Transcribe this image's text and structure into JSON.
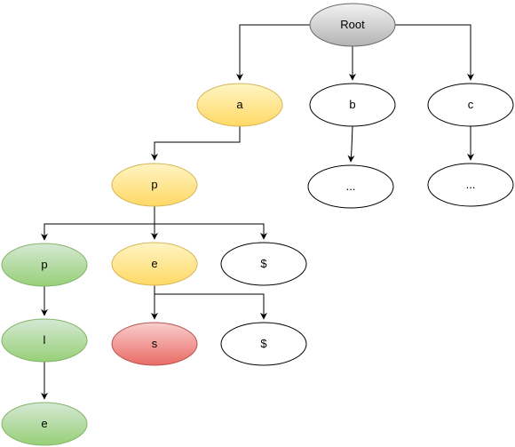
{
  "diagram": {
    "nodes": [
      {
        "id": "root",
        "label": "Root",
        "style": "gray"
      },
      {
        "id": "a",
        "label": "a",
        "style": "yellow"
      },
      {
        "id": "b",
        "label": "b",
        "style": "white"
      },
      {
        "id": "c",
        "label": "c",
        "style": "white"
      },
      {
        "id": "b_more",
        "label": "...",
        "style": "white"
      },
      {
        "id": "c_more",
        "label": "...",
        "style": "white"
      },
      {
        "id": "p1",
        "label": "p",
        "style": "yellow"
      },
      {
        "id": "p2",
        "label": "p",
        "style": "green"
      },
      {
        "id": "e1",
        "label": "e",
        "style": "yellow"
      },
      {
        "id": "end1",
        "label": "$",
        "style": "white"
      },
      {
        "id": "l",
        "label": "l",
        "style": "green"
      },
      {
        "id": "s",
        "label": "s",
        "style": "red"
      },
      {
        "id": "end2",
        "label": "$",
        "style": "white"
      },
      {
        "id": "e2",
        "label": "e",
        "style": "green"
      }
    ],
    "edges": [
      {
        "from": "root",
        "to": "a"
      },
      {
        "from": "root",
        "to": "b"
      },
      {
        "from": "root",
        "to": "c"
      },
      {
        "from": "b",
        "to": "b_more"
      },
      {
        "from": "c",
        "to": "c_more"
      },
      {
        "from": "a",
        "to": "p1"
      },
      {
        "from": "p1",
        "to": "p2"
      },
      {
        "from": "p1",
        "to": "e1"
      },
      {
        "from": "p1",
        "to": "end1"
      },
      {
        "from": "p2",
        "to": "l"
      },
      {
        "from": "l",
        "to": "e2"
      },
      {
        "from": "e1",
        "to": "s"
      },
      {
        "from": "e1",
        "to": "end2"
      }
    ],
    "styles": {
      "gray": {
        "top": "#f2f2f2",
        "bottom": "#b3b3b3",
        "stroke": "#666666"
      },
      "yellow": {
        "top": "#fff4c3",
        "bottom": "#ffd966",
        "stroke": "#d6b656"
      },
      "green": {
        "top": "#d5e8d4",
        "bottom": "#97d077",
        "stroke": "#82b366"
      },
      "red": {
        "top": "#f8cecc",
        "bottom": "#ea6b66",
        "stroke": "#b85450"
      },
      "white": {
        "top": "#ffffff",
        "bottom": "#ffffff",
        "stroke": "#000000"
      }
    }
  }
}
